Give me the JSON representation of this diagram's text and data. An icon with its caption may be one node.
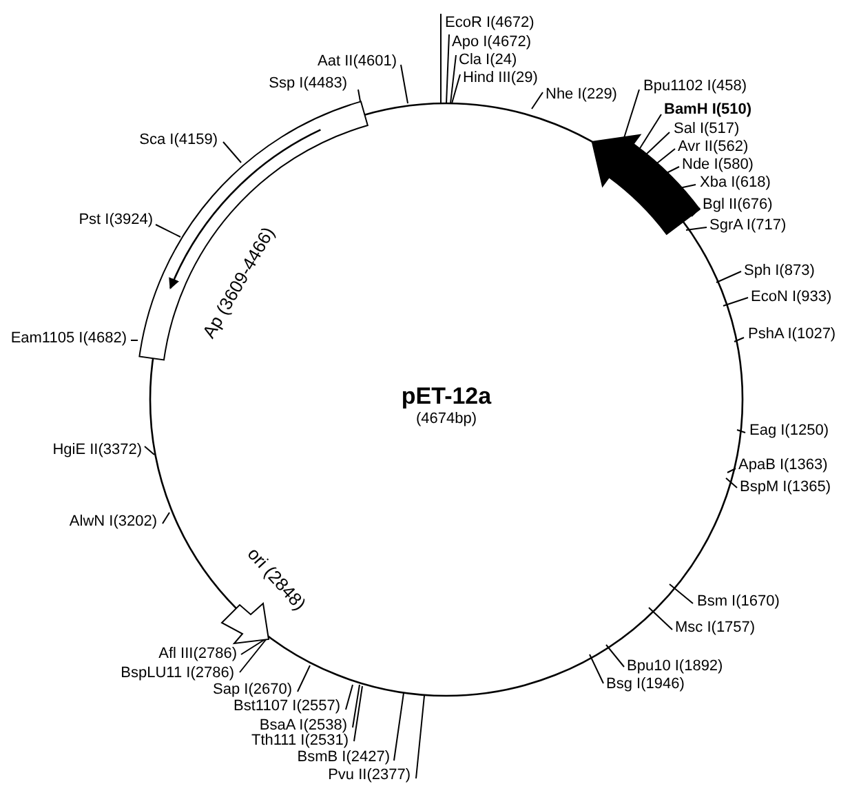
{
  "diagram": {
    "nodes": [
      {
        "text": [
          "pET-12a",
          "(4674bp)"
        ]
      },
      {
        "text": [
          "Ap (3609-4466)"
        ],
        "in": 0
      },
      {
        "text": [
          "ori (2848)"
        ],
        "in": 0
      },
      {
        "text": [],
        "shape": "arrow",
        "in": 0
      },
      {
        "text": [
          "EcoR I(4672)"
        ]
      },
      {
        "text": [
          "Apo I(4672)"
        ]
      },
      {
        "text": [
          "Cla I(24)"
        ]
      },
      {
        "text": [
          "Hind III(29)"
        ]
      },
      {
        "text": [
          "Nhe I(229)"
        ]
      },
      {
        "text": [
          "Bpu1102 I(458)"
        ]
      },
      {
        "text": [
          "BamH I(510)"
        ]
      },
      {
        "text": [
          "Sal I(517)"
        ]
      },
      {
        "text": [
          "Avr II(562)"
        ]
      },
      {
        "text": [
          "Nde I(580)"
        ]
      },
      {
        "text": [
          "Xba I(618)"
        ]
      },
      {
        "text": [
          "Bgl II(676)"
        ]
      },
      {
        "text": [
          "SgrA I(717)"
        ]
      },
      {
        "text": [
          "Sph I(873)"
        ]
      },
      {
        "text": [
          "EcoN I(933)"
        ]
      },
      {
        "text": [
          "PshA I(1027)"
        ]
      },
      {
        "text": [
          "Eag I(1250)"
        ]
      },
      {
        "text": [
          "ApaB I(1363)"
        ]
      },
      {
        "text": [
          "BspM I(1365)"
        ]
      },
      {
        "text": [
          "Bsm I(1670)"
        ]
      },
      {
        "text": [
          "Msc I(1757)"
        ]
      },
      {
        "text": [
          "Bpu10 I(1892)"
        ]
      },
      {
        "text": [
          "Bsg I(1946)"
        ]
      },
      {
        "text": [
          "Pvu II(2377)"
        ]
      },
      {
        "text": [
          "BsmB I(2427)"
        ]
      },
      {
        "text": [
          "Tth111 I(2531)"
        ]
      },
      {
        "text": [
          "BsaA I(2538)"
        ]
      },
      {
        "text": [
          "Bst1107 I(2557)"
        ]
      },
      {
        "text": [
          "Sap I(2670)"
        ]
      },
      {
        "text": [
          "Afl III(2786)"
        ]
      },
      {
        "text": [
          "BspLU11 I(2786)"
        ]
      },
      {
        "text": [
          "AlwN I(3202)"
        ]
      },
      {
        "text": [
          "HgiE II(3372)"
        ]
      },
      {
        "text": [
          "Eam1105 I(4682)"
        ]
      },
      {
        "text": [
          "Pst I(3924)"
        ]
      },
      {
        "text": [
          "Sca I(4159)"
        ]
      },
      {
        "text": [
          "Ssp I(4483)"
        ]
      },
      {
        "text": [
          "Aat II(4601)"
        ]
      }
    ],
    "edges": [
      {
        "from": 4,
        "to": 0,
        "arrow": "none"
      },
      {
        "from": 5,
        "to": 0,
        "arrow": "none"
      },
      {
        "from": 6,
        "to": 0,
        "arrow": "none"
      },
      {
        "from": 7,
        "to": 0,
        "arrow": "none"
      },
      {
        "from": 8,
        "to": 0,
        "arrow": "none"
      },
      {
        "from": 9,
        "to": 3,
        "arrow": "none"
      },
      {
        "from": 10,
        "to": 3,
        "arrow": "none"
      },
      {
        "from": 11,
        "to": 3,
        "arrow": "none"
      },
      {
        "from": 12,
        "to": 3,
        "arrow": "none"
      },
      {
        "from": 13,
        "to": 3,
        "arrow": "none"
      },
      {
        "from": 14,
        "to": 3,
        "arrow": "none"
      },
      {
        "from": 15,
        "to": 3,
        "arrow": "none"
      },
      {
        "from": 16,
        "to": 0,
        "arrow": "none"
      },
      {
        "from": 17,
        "to": 0,
        "arrow": "none"
      },
      {
        "from": 18,
        "to": 0,
        "arrow": "none"
      },
      {
        "from": 19,
        "to": 0,
        "arrow": "none"
      },
      {
        "from": 20,
        "to": 0,
        "arrow": "none"
      },
      {
        "from": 21,
        "to": 0,
        "arrow": "none"
      },
      {
        "from": 22,
        "to": 0,
        "arrow": "none"
      },
      {
        "from": 23,
        "to": 0,
        "arrow": "none"
      },
      {
        "from": 24,
        "to": 0,
        "arrow": "none"
      },
      {
        "from": 25,
        "to": 0,
        "arrow": "none"
      },
      {
        "from": 26,
        "to": 0,
        "arrow": "none"
      },
      {
        "from": 27,
        "to": 0,
        "arrow": "none"
      },
      {
        "from": 28,
        "to": 0,
        "arrow": "none"
      },
      {
        "from": 29,
        "to": 0,
        "arrow": "none"
      },
      {
        "from": 30,
        "to": 0,
        "arrow": "none"
      },
      {
        "from": 31,
        "to": 0,
        "arrow": "none"
      },
      {
        "from": 32,
        "to": 0,
        "arrow": "none"
      },
      {
        "from": 33,
        "to": 2,
        "arrow": "none"
      },
      {
        "from": 34,
        "to": 2,
        "arrow": "none"
      },
      {
        "from": 35,
        "to": 0,
        "arrow": "none"
      },
      {
        "from": 36,
        "to": 0,
        "arrow": "none"
      },
      {
        "from": 37,
        "to": 1,
        "arrow": "none"
      },
      {
        "from": 38,
        "to": 1,
        "arrow": "none"
      },
      {
        "from": 39,
        "to": 1,
        "arrow": "none"
      },
      {
        "from": 40,
        "to": 1,
        "arrow": "none"
      },
      {
        "from": 41,
        "to": 0,
        "arrow": "none"
      }
    ]
  }
}
